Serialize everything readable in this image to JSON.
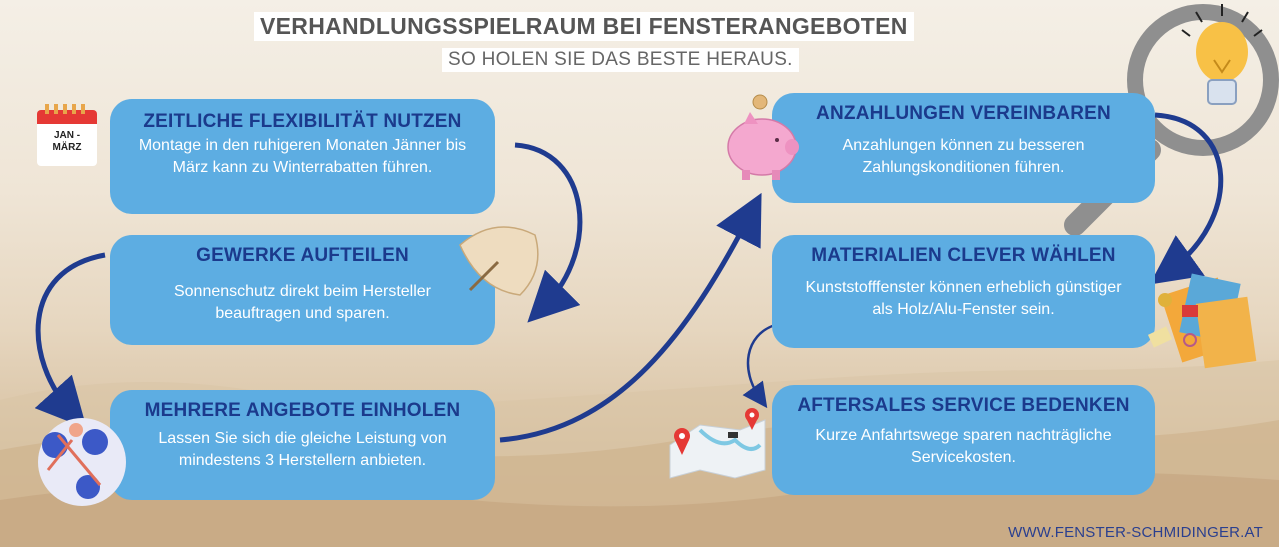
{
  "header": {
    "title": "VERHANDLUNGSSPIELRAUM BEI FENSTERANGEBOTEN",
    "subtitle": "SO HOLEN SIE DAS BESTE HERAUS."
  },
  "calendar": {
    "line1": "JAN -",
    "line2": "MÄRZ"
  },
  "boxes": [
    {
      "heading": "ZEITLICHE FLEXIBILITÄT NUTZEN",
      "text": "Montage in den ruhigeren Monaten Jänner bis März kann zu Winterrabatten führen."
    },
    {
      "heading": "GEWERKE AUFTEILEN",
      "text": "Sonnenschutz direkt beim Hersteller beauftragen und sparen."
    },
    {
      "heading": "MEHRERE ANGEBOTE EINHOLEN",
      "text": "Lassen Sie sich die gleiche Leistung von mindestens 3 Herstellern anbieten."
    },
    {
      "heading": "ANZAHLUNGEN VEREINBAREN",
      "text": "Anzahlungen können zu besseren Zahlungskonditionen führen."
    },
    {
      "heading": "MATERIALIEN CLEVER WÄHLEN",
      "text": "Kunststofffenster können erheblich günstiger als Holz/Alu-Fenster sein."
    },
    {
      "heading": "AFTERSALES SERVICE BEDENKEN",
      "text": "Kurze Anfahrtswege sparen nachträgliche Servicekosten."
    }
  ],
  "icons": [
    "calendar-icon",
    "parasol-icon",
    "people-network-icon",
    "piggy-bank-icon",
    "magnifier-lightbulb-icon",
    "office-supplies-icon",
    "map-pin-icon"
  ],
  "colors": {
    "box": "#5dade2",
    "heading": "#1b3a8c",
    "arrow": "#1f3b8f",
    "footer": "#2a3f8f"
  },
  "footer": {
    "url": "WWW.FENSTER-SCHMIDINGER.AT"
  }
}
